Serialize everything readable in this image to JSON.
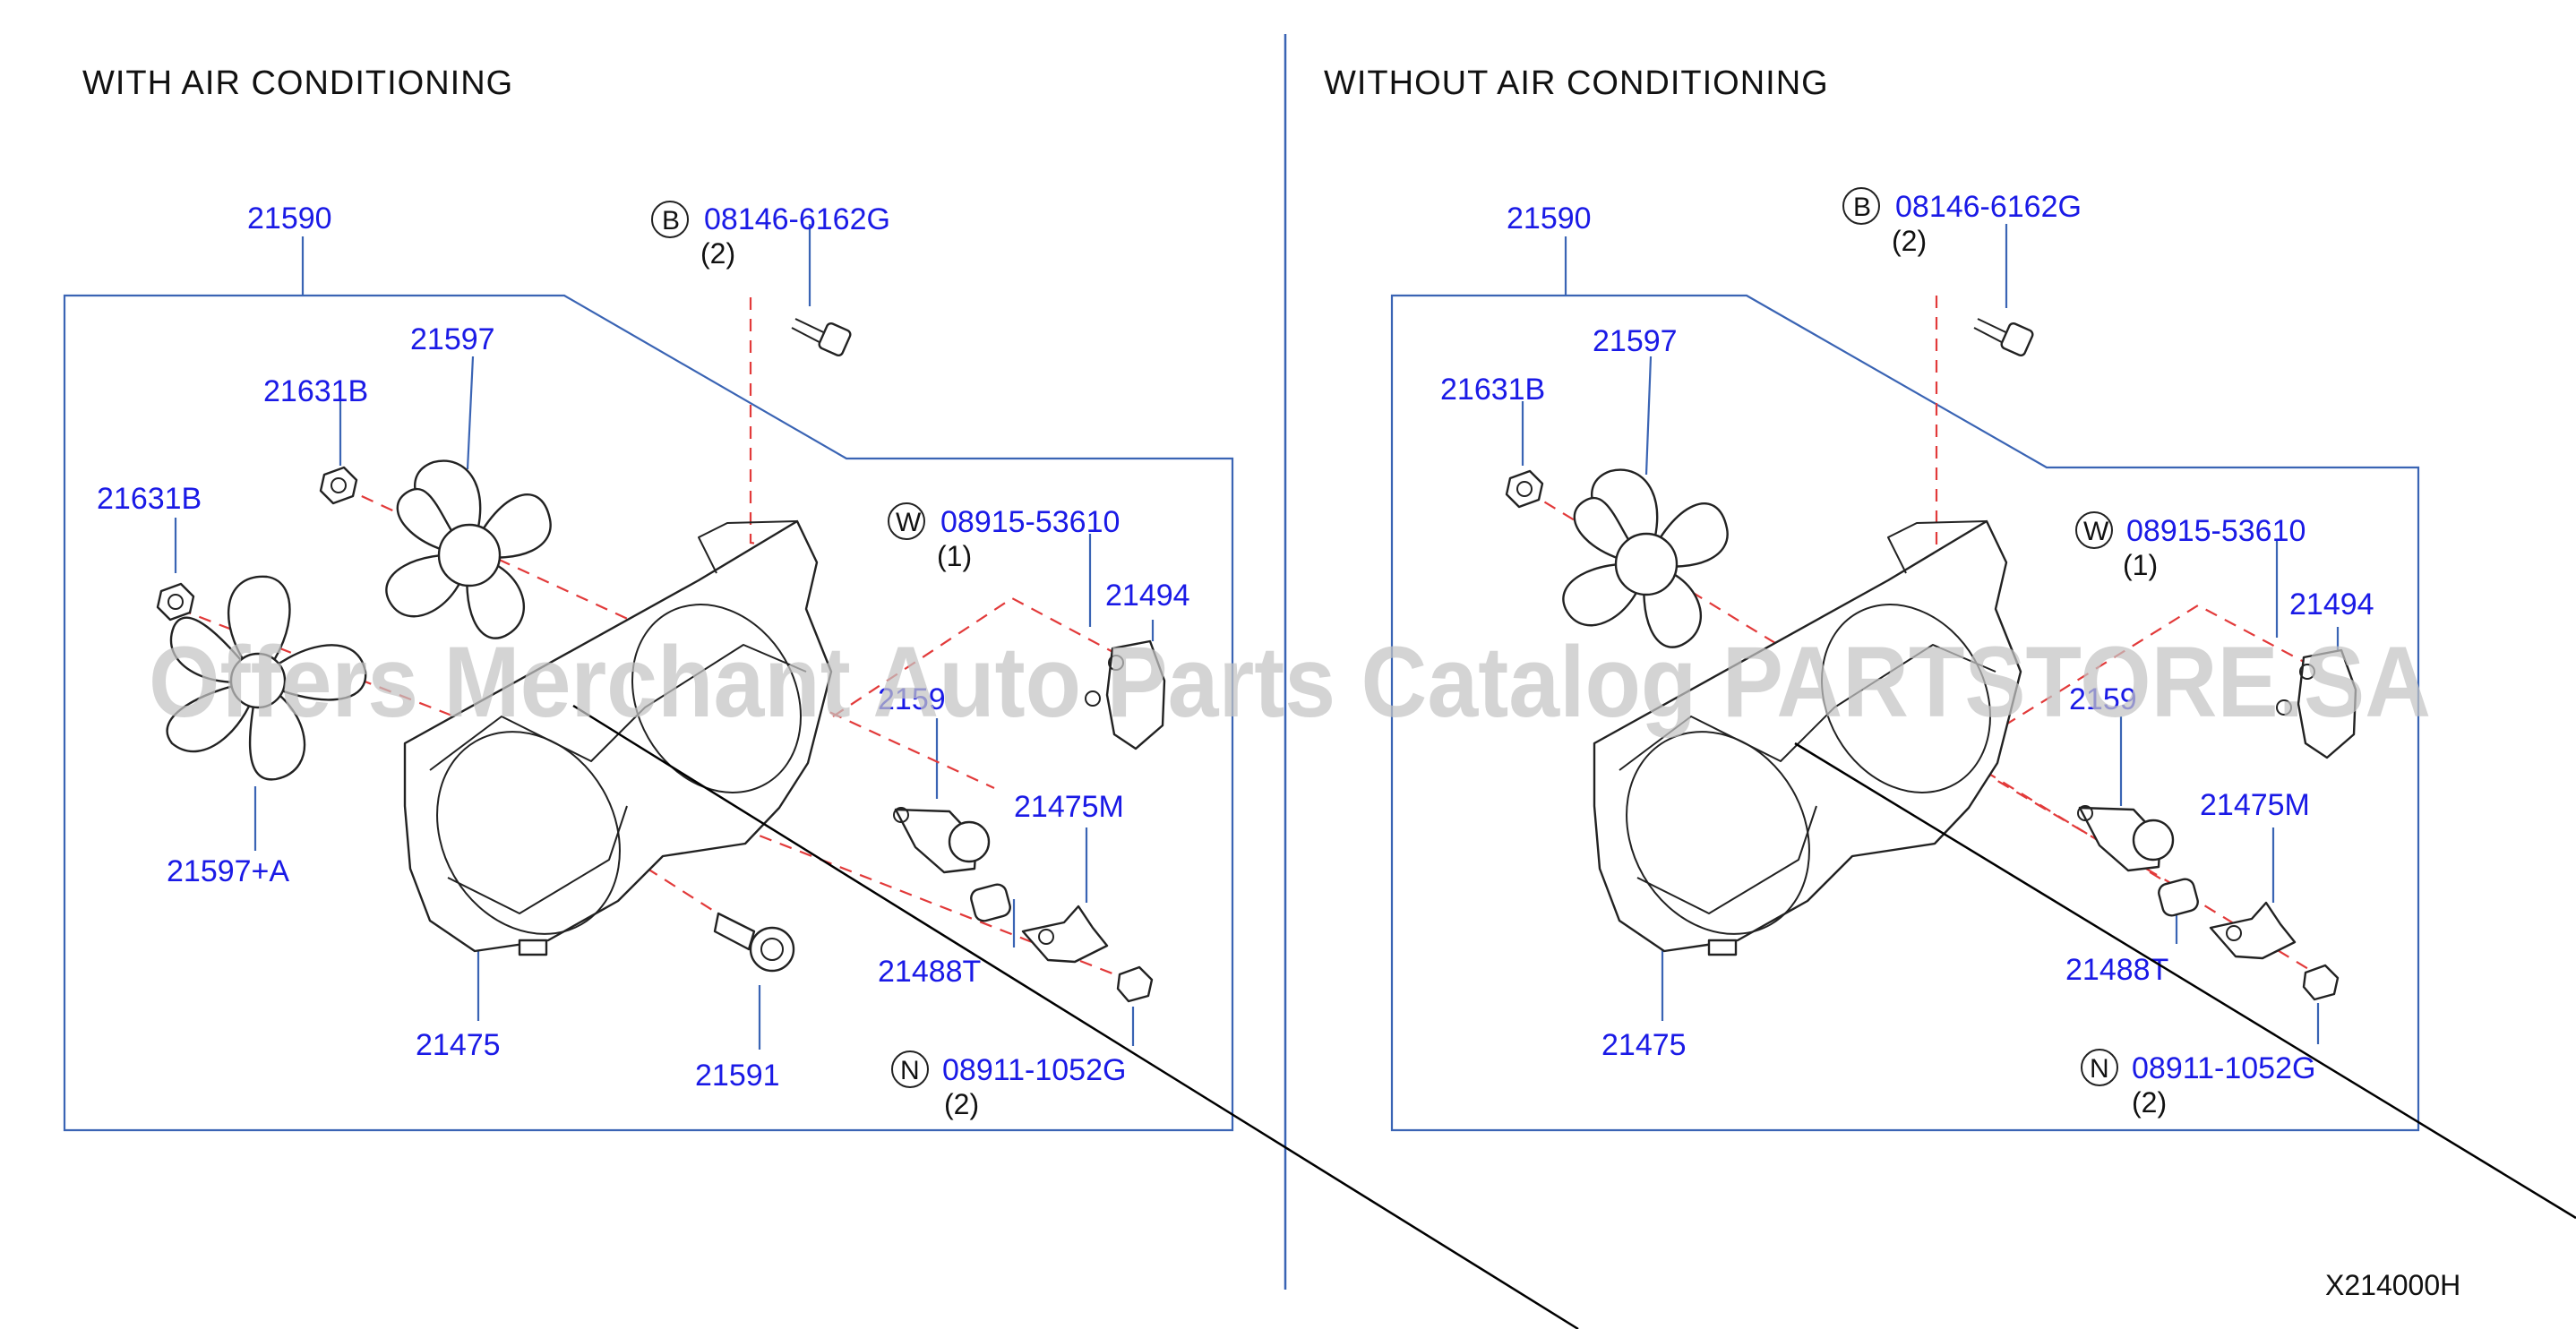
{
  "sections": [
    {
      "title": "WITH  AIR  CONDITIONING",
      "parts": {
        "p21590": "21590",
        "bolt": {
          "letter": "B",
          "number": "08146-6162G",
          "qty": "(2)"
        },
        "p21597": "21597",
        "p21631b_top": "21631B",
        "p21631b_left": "21631B",
        "washer": {
          "letter": "W",
          "number": "08915-53610",
          "qty": "(1)"
        },
        "p21494": "21494",
        "p2159x": "2159",
        "p21475m": "21475M",
        "p21597a": "21597+A",
        "p21488t": "21488T",
        "p21475": "21475",
        "p21591": "21591",
        "nut": {
          "letter": "N",
          "number": "08911-1052G",
          "qty": "(2)"
        }
      }
    },
    {
      "title": "WITHOUT  AIR  CONDITIONING",
      "parts": {
        "p21590": "21590",
        "bolt": {
          "letter": "B",
          "number": "08146-6162G",
          "qty": "(2)"
        },
        "p21597": "21597",
        "p21631b_top": "21631B",
        "washer": {
          "letter": "W",
          "number": "08915-53610",
          "qty": "(1)"
        },
        "p21494": "21494",
        "p2159x": "2159",
        "p21475m": "21475M",
        "p21488t": "21488T",
        "p21475": "21475",
        "nut": {
          "letter": "N",
          "number": "08911-1052G",
          "qty": "(2)"
        }
      }
    }
  ],
  "watermark": "Offers Merchant Auto Parts Catalog PARTSTORE.SA",
  "diagram_code": "X214000H",
  "colors": {
    "label_blue": "#1a1ae6",
    "leader_blue": "#3a64b4",
    "dash_red": "#e23a3a",
    "watermark_gray": "#c4c4c4"
  }
}
